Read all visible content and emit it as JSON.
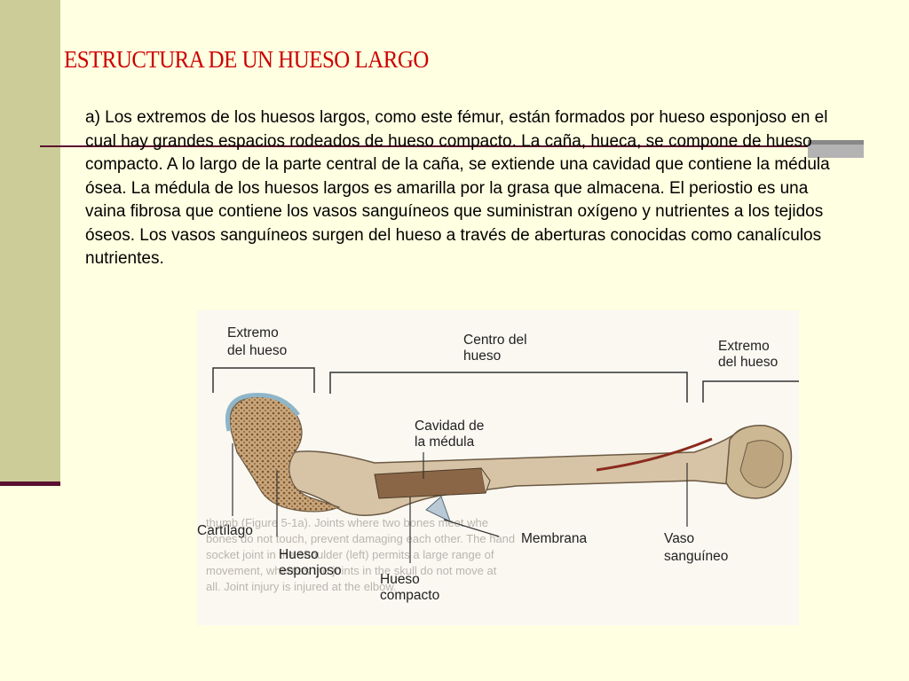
{
  "slide": {
    "title": "ESTRUCTURA  DE UN HUESO LARGO",
    "paragraph": "a) Los extremos de los huesos largos, como este fémur, están formados por hueso esponjoso en el cual hay grandes espacios rodeados de hueso compacto. La caña, hueca, se compone de hueso compacto. A lo largo de la parte central de la caña, se extiende una cavidad que contiene la médula ósea. La médula de los huesos largos es amarilla por la grasa que almacena. El periostio es una vaina fibrosa que contiene los vasos sanguíneos que suministran oxígeno y nutrientes a los tejidos óseos. Los vasos sanguíneos surgen del hueso a través de aberturas conocidas como canalículos nutrientes."
  },
  "figure": {
    "extremo_left": [
      "Extremo",
      "del hueso"
    ],
    "centro": [
      "Centro del",
      "hueso"
    ],
    "extremo_right": [
      "Extremo",
      "del hueso"
    ],
    "cavidad": [
      "Cavidad de",
      "la médula"
    ],
    "cartilago": "Cartílago",
    "esponjoso": [
      "Hueso",
      "esponjoso"
    ],
    "compacto": [
      "Hueso",
      "compacto"
    ],
    "membrana": "Membrana",
    "vaso": [
      "Vaso",
      "sanguíneo"
    ]
  },
  "colors": {
    "title": "#cc0000",
    "background": "#ffffe1",
    "sidebar": "#cccc99",
    "accent_rule": "#5a1030"
  }
}
